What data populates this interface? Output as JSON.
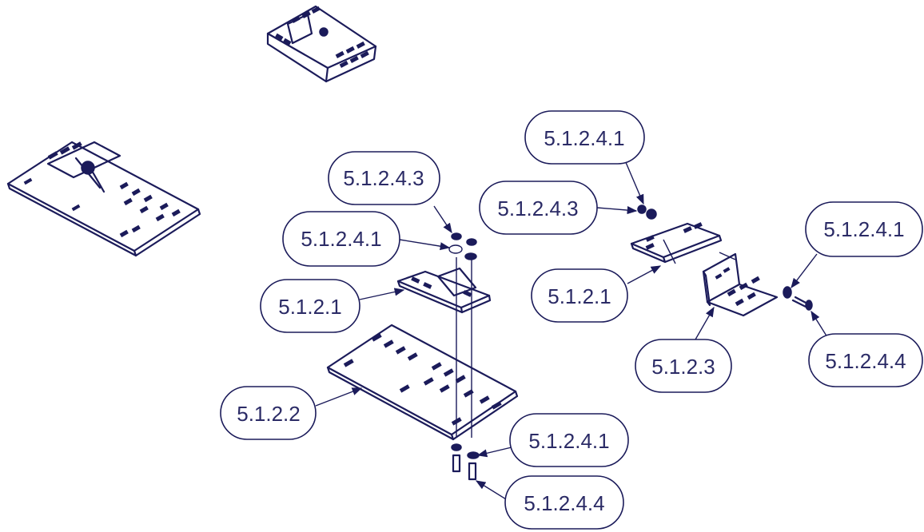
{
  "callouts": {
    "c1": "5.1.2.4.3",
    "c2": "5.1.2.4.1",
    "c3": "5.1.2.1",
    "c4": "5.1.2.2",
    "c5": "5.1.2.4.1",
    "c6": "5.1.2.4.4",
    "c7": "5.1.2.4.1",
    "c8": "5.1.2.4.3",
    "c9": "5.1.2.1",
    "c10": "5.1.2.4.1",
    "c11": "5.1.2.3",
    "c12": "5.1.2.4.4"
  },
  "colors": {
    "ink": "#1b1b5a",
    "text": "#2b2b66",
    "background": "#ffffff"
  }
}
